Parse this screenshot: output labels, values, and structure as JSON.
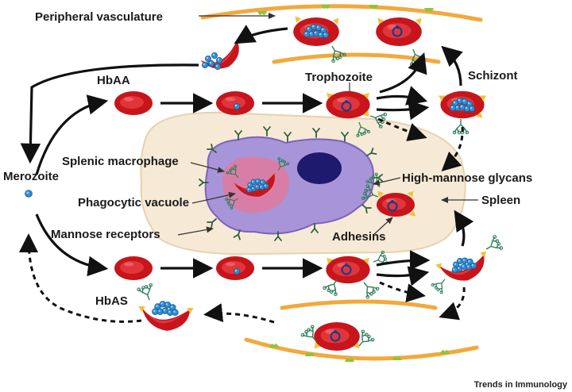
{
  "labels": {
    "peripheral_vasculature": "Peripheral vasculature",
    "hbaa": "HbAA",
    "hbas": "HbAS",
    "trophozoite": "Trophozoite",
    "schizont": "Schizont",
    "merozoite": "Merozoite",
    "splenic_macrophage": "Splenic macrophage",
    "phagocytic_vacuole": "Phagocytic vacuole",
    "mannose_receptors": "Mannose receptors",
    "high_mannose_glycans": "High-mannose glycans",
    "spleen": "Spleen",
    "adhesins": "Adhesins"
  },
  "credit": "Trends in Immunology",
  "colors": {
    "rbc": "#c8141b",
    "rbc_light": "#e0363b",
    "vessel": "#f2a93b",
    "spleen": "#f6ead6",
    "macrophage": "#a894d8",
    "macrophage_edge": "#7b63b9",
    "nucleus": "#1e1a6e",
    "vacuole": "#e07a9e",
    "parasite": "#2e8fd6",
    "glycan": "#2f7f5a",
    "receptor": "#2e5f3e",
    "adhesin": "#f2c230",
    "knob": "#8fc43a"
  }
}
